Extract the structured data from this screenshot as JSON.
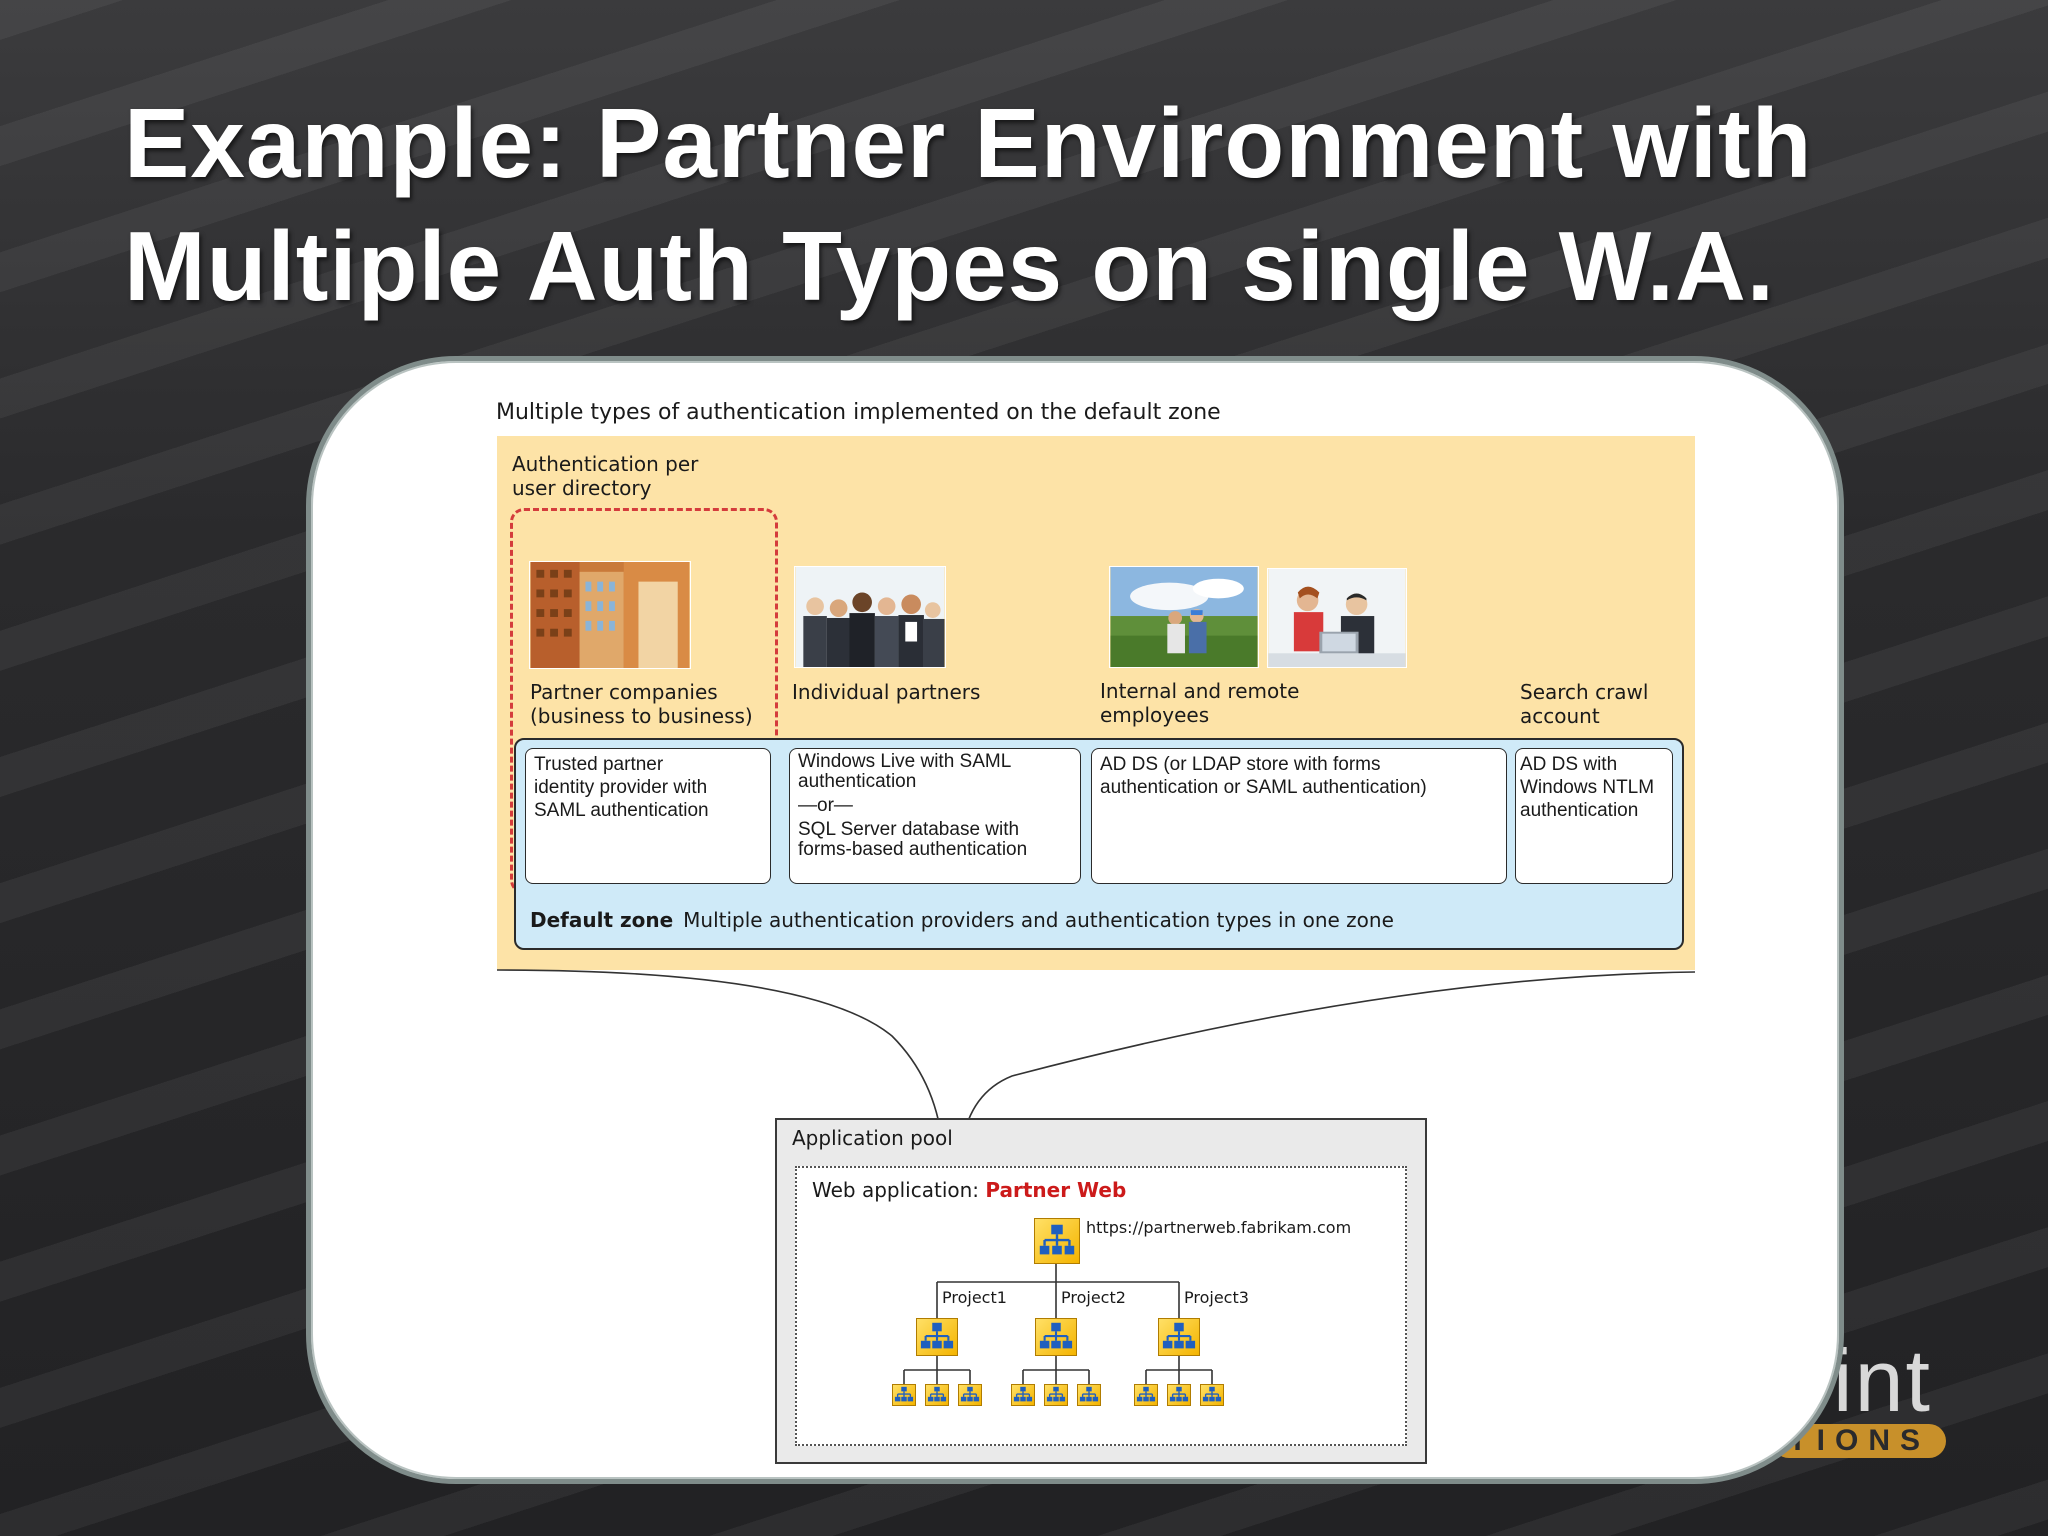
{
  "slide": {
    "title_line1": "Example: Partner Environment with",
    "title_line2": "Multiple Auth Types on single W.A."
  },
  "brand": {
    "word": "oint",
    "sub": "TIONS"
  },
  "diagram": {
    "title": "Multiple types of authentication implemented on the default zone",
    "per_user_label": "Authentication per\nuser directory",
    "user_groups": [
      {
        "label": "Partner companies\n(business to business)",
        "icon": "office-buildings-photo"
      },
      {
        "label": "Individual partners",
        "icon": "business-people-photo"
      },
      {
        "label": "Internal and remote\nemployees",
        "icon": "employees-photo"
      },
      {
        "label": "Search crawl\naccount",
        "icon": ""
      }
    ],
    "auth_boxes": [
      {
        "text": "Trusted partner\nidentity provider with\nSAML authentication"
      },
      {
        "text_top": "Windows Live with SAML\nauthentication",
        "or": "—or—",
        "text_bottom": "SQL Server database with\nforms-based authentication"
      },
      {
        "text": "AD DS  (or LDAP store with forms\nauthentication or SAML authentication)"
      },
      {
        "text": "AD DS with\nWindows NTLM\nauthentication"
      }
    ],
    "zone": {
      "name": "Default zone",
      "description": "Multiple authentication providers and authentication types in one zone"
    },
    "app_pool": {
      "label": "Application pool",
      "web_app_prefix": "Web application:",
      "web_app_name": "Partner Web",
      "root_url": "https://partnerweb.fabrikam.com",
      "projects": [
        "Project1",
        "Project2",
        "Project3"
      ]
    },
    "colors": {
      "tan_band": "#fde3a7",
      "zone_fill": "#cfeaf8",
      "dash_red": "#d43c3c",
      "web_app_name": "#cc1a1a",
      "site_icon": "#f4b400",
      "site_icon_symbol": "#1f5fbf"
    }
  }
}
